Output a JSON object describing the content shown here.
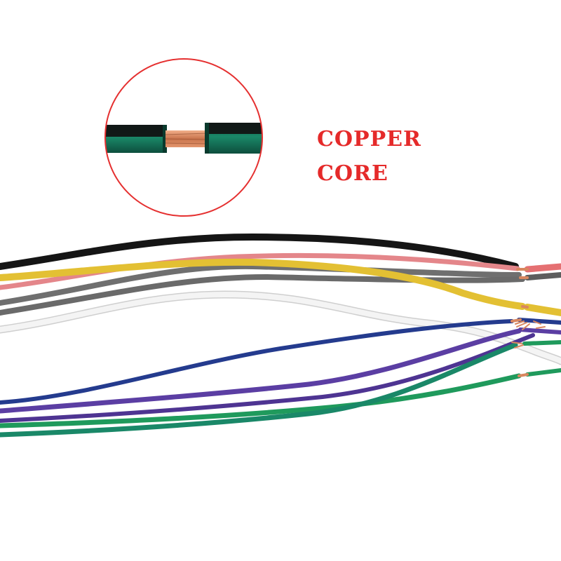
{
  "caption": {
    "line1": "COPPER",
    "line2": "CORE"
  },
  "colors": {
    "caption_red": "#e52a2a",
    "circle_border": "#e53030",
    "copper": "#d9875f",
    "wire_black": "#151515",
    "wire_red": "#e4868a",
    "wire_yellow": "#e3c033",
    "wire_gray": "#6f6f6f",
    "wire_white": "#f1f1f1",
    "wire_blue": "#243b8e",
    "wire_purple": "#5b3ea3",
    "wire_green": "#1f9a5c",
    "wire_teal": "#1a8868"
  },
  "wires": [
    {
      "name": "black-wire",
      "color": "wire_black"
    },
    {
      "name": "red-wire",
      "color": "wire_red"
    },
    {
      "name": "yellow-wire",
      "color": "wire_yellow"
    },
    {
      "name": "gray-wire",
      "color": "wire_gray"
    },
    {
      "name": "white-wire",
      "color": "wire_white"
    },
    {
      "name": "blue-wire",
      "color": "wire_blue"
    },
    {
      "name": "purple-wire",
      "color": "wire_purple"
    },
    {
      "name": "green-wire",
      "color": "wire_green"
    }
  ]
}
